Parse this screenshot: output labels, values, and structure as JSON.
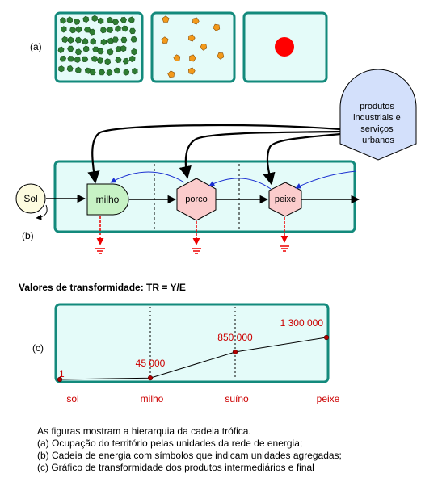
{
  "panel_labels": {
    "a": "(a)",
    "b": "(b)",
    "c": "(c)"
  },
  "panel_a": {
    "boxes": [
      {
        "name": "box-many-green",
        "dot_color": "#2e7d32",
        "dot_count": 60
      },
      {
        "name": "box-few-orange",
        "dot_color": "#f39a1b",
        "dot_count": 11
      },
      {
        "name": "box-single-red",
        "dot_color": "#ff0000",
        "dot_count": 1
      }
    ]
  },
  "panel_b": {
    "source": "Sol",
    "nodes": {
      "milho": "milho",
      "porco": "porco",
      "peixe": "peixe"
    },
    "external": "produtos industriais e serviços urbanos",
    "external_lines": [
      "produtos",
      "industriais e",
      "serviços",
      "urbanos"
    ]
  },
  "heading": "Valores de transformidade: TR = Y/E",
  "chart_data": {
    "type": "line",
    "categories": [
      "sol",
      "milho",
      "suíno",
      "peixe"
    ],
    "values": [
      1,
      45000,
      850000,
      1300000
    ],
    "value_labels": [
      "1",
      "45 000",
      "850 000",
      "1 300 000"
    ],
    "markers": true,
    "vertical_dashed_lines_at": [
      "milho",
      "suíno"
    ]
  },
  "caption": [
    "As figuras mostram a hierarquia da cadeia trófica.",
    "(a) Ocupação do território pelas unidades da rede de energia;",
    "(b) Cadeia de energia com símbolos que indicam unidades agregadas;",
    "(c) Gráfico de transformidade dos produtos intermediários e final"
  ],
  "colors": {
    "frame_border": "#138a7c",
    "frame_fill": "#e4fbf9",
    "producer_fill": "#c7f2c5",
    "consumer_fill": "#fbcccc",
    "sun_fill": "#fdfbdf",
    "external_fill": "#d3e0fb",
    "feedback_arrow": "#1a2fd1",
    "heat_sink": "#ee0000",
    "value_text": "#cc0000"
  }
}
